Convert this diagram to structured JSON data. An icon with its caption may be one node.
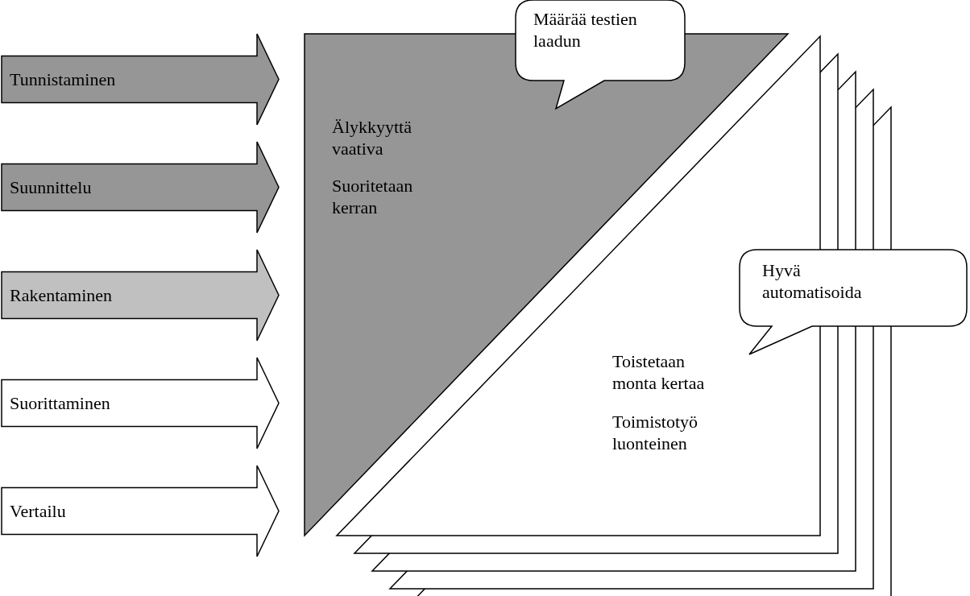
{
  "diagram": {
    "nodes": [
      {
        "text": [
          "Tunnistaminen"
        ]
      },
      {
        "text": [
          "Suunnittelu"
        ]
      },
      {
        "text": [
          "Rakentaminen"
        ]
      },
      {
        "text": [
          "Suorittaminen"
        ]
      },
      {
        "text": [
          "Vertailu"
        ]
      },
      {
        "text": [
          "Älykkyyttä vaativa",
          "Suoritetaan kerran"
        ]
      },
      {
        "text": [
          "Määrää testien laadun"
        ]
      },
      {
        "text": [
          "Toistetaan monta kertaa",
          "Toimistotyö luonteinen"
        ]
      },
      {
        "text": [
          "Hyvä automatisoida"
        ]
      }
    ],
    "edges": []
  }
}
